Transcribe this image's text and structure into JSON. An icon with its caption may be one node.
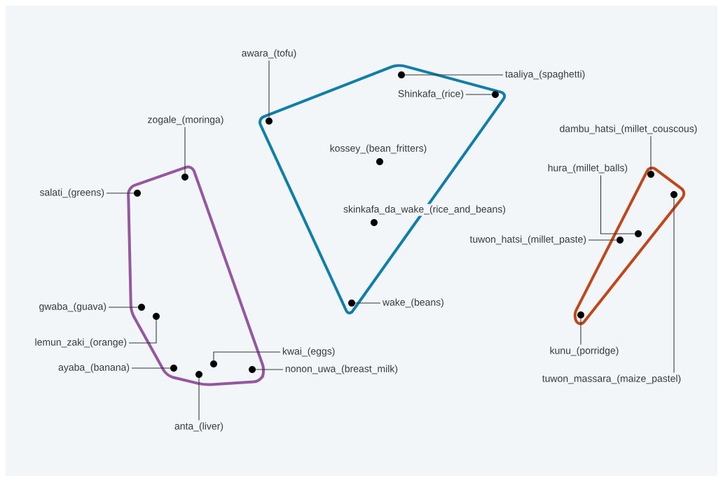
{
  "diagram": {
    "nodes": [
      {
        "text": [],
        "shape": "polygon"
      },
      {
        "text": [
          "zogale_(moringa)"
        ]
      },
      {
        "text": [],
        "shape": "circle",
        "in": 0
      },
      {
        "text": [
          "salati_(greens)"
        ]
      },
      {
        "text": [],
        "shape": "circle",
        "in": 0
      },
      {
        "text": [
          "gwaba_(guava)"
        ]
      },
      {
        "text": [],
        "shape": "circle",
        "in": 0
      },
      {
        "text": [
          "lemun_zaki_(orange)"
        ]
      },
      {
        "text": [],
        "shape": "circle",
        "in": 0
      },
      {
        "text": [
          "ayaba_(banana)"
        ]
      },
      {
        "text": [],
        "shape": "circle",
        "in": 0
      },
      {
        "text": [
          "kwai_(eggs)"
        ]
      },
      {
        "text": [],
        "shape": "circle",
        "in": 0
      },
      {
        "text": [
          "nonon_uwa_(breast_milk)"
        ]
      },
      {
        "text": [],
        "shape": "circle",
        "in": 0
      },
      {
        "text": [
          "anta_(liver)"
        ]
      },
      {
        "text": [],
        "shape": "circle",
        "in": 0
      },
      {
        "text": [],
        "shape": "polygon"
      },
      {
        "text": [
          "awara_(tofu)"
        ]
      },
      {
        "text": [],
        "shape": "circle",
        "in": 17
      },
      {
        "text": [
          "taaliya_(spaghetti)"
        ]
      },
      {
        "text": [],
        "shape": "circle",
        "in": 17
      },
      {
        "text": [
          "Shinkafa_(rice)"
        ],
        "in": 17
      },
      {
        "text": [],
        "shape": "circle",
        "in": 17
      },
      {
        "text": [],
        "shape": "circle",
        "in": 17,
        "beside": [
          "kossey_(bean_fritters)"
        ]
      },
      {
        "text": [],
        "shape": "circle",
        "in": 17,
        "beside": [
          "skinkafa_da_wake_(rice_and_beans)"
        ]
      },
      {
        "text": [
          "wake_(beans)"
        ]
      },
      {
        "text": [],
        "shape": "circle",
        "in": 17
      },
      {
        "text": [],
        "shape": "polygon"
      },
      {
        "text": [
          "dambu_hatsi_(millet_couscous)"
        ]
      },
      {
        "text": [],
        "shape": "circle",
        "in": 28
      },
      {
        "text": [
          "hura_(millet_balls)"
        ]
      },
      {
        "text": [],
        "shape": "circle",
        "in": 28
      },
      {
        "text": [
          "tuwon_hatsi_(millet_paste)"
        ]
      },
      {
        "text": [],
        "shape": "circle",
        "in": 28
      },
      {
        "text": [
          "kunu_(porridge)"
        ]
      },
      {
        "text": [],
        "shape": "circle",
        "in": 28
      },
      {
        "text": [
          "tuwon_massara_(maize_pastel)"
        ]
      },
      {
        "text": [],
        "shape": "circle",
        "in": 28
      }
    ],
    "edges": [
      {
        "from": 1,
        "to": 2,
        "arrow": "none"
      },
      {
        "from": 3,
        "to": 4,
        "arrow": "none"
      },
      {
        "from": 5,
        "to": 6,
        "arrow": "none"
      },
      {
        "from": 7,
        "to": 8,
        "arrow": "none"
      },
      {
        "from": 9,
        "to": 10,
        "arrow": "none"
      },
      {
        "from": 11,
        "to": 12,
        "arrow": "none"
      },
      {
        "from": 13,
        "to": 14,
        "arrow": "none"
      },
      {
        "from": 15,
        "to": 16,
        "arrow": "none"
      },
      {
        "from": 18,
        "to": 19,
        "arrow": "none"
      },
      {
        "from": 20,
        "to": 21,
        "arrow": "none"
      },
      {
        "from": 22,
        "to": 23,
        "arrow": "none"
      },
      {
        "from": 26,
        "to": 27,
        "arrow": "none"
      },
      {
        "from": 29,
        "to": 30,
        "arrow": "none"
      },
      {
        "from": 31,
        "to": 32,
        "arrow": "none"
      },
      {
        "from": 33,
        "to": 34,
        "arrow": "none"
      },
      {
        "from": 35,
        "to": 36,
        "arrow": "none"
      },
      {
        "from": 37,
        "to": 38,
        "arrow": "none"
      }
    ]
  }
}
